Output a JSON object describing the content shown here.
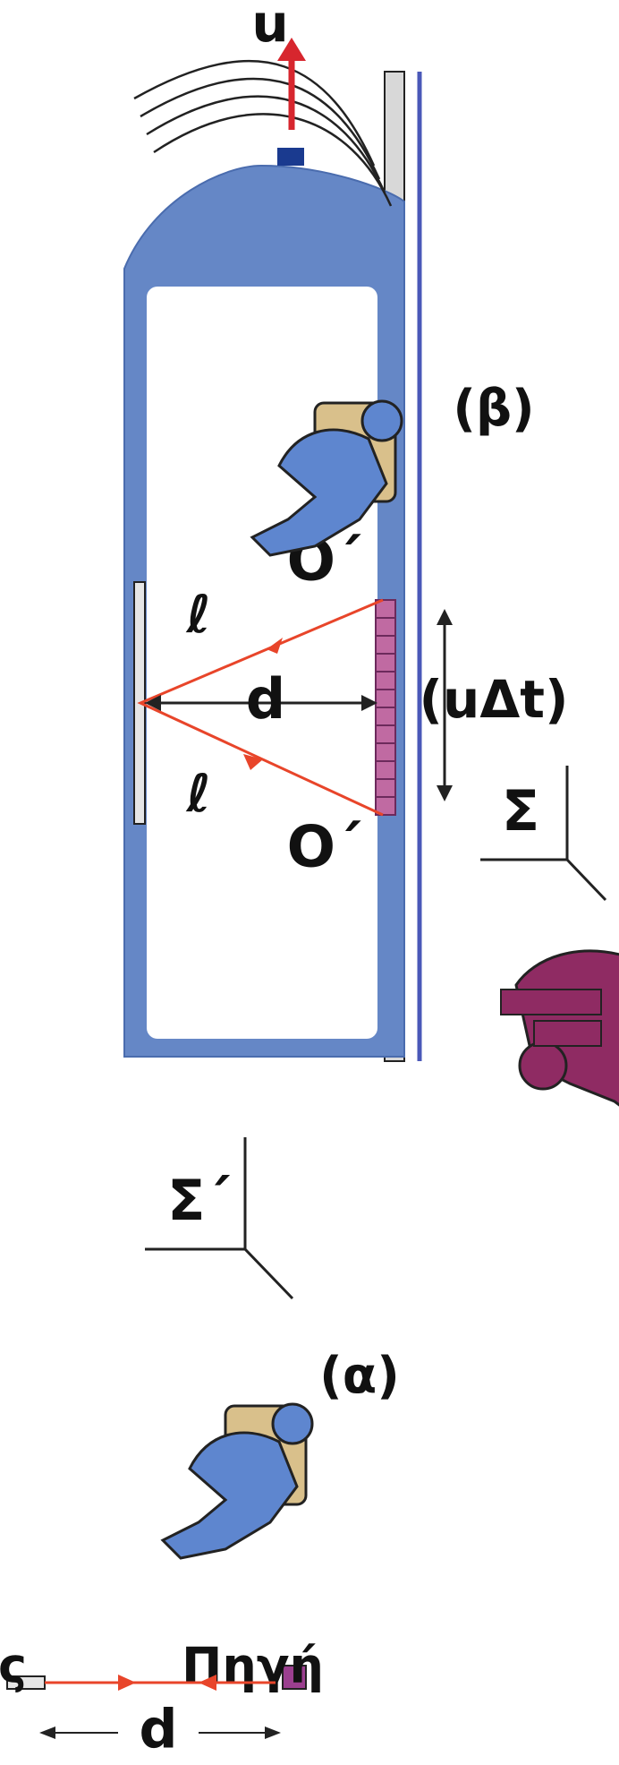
{
  "panel_a": {
    "mirror_label": "Καθρέφτης",
    "source_label": "Πηγή",
    "distance_label": "d",
    "frame_label": "Σ΄",
    "caption": "(α)"
  },
  "panel_b": {
    "velocity_label": "u",
    "distance_label": "d",
    "path_label_1": "ℓ",
    "path_label_2": "ℓ",
    "event_label_1": "O΄",
    "event_label_2": "O΄",
    "displacement_label": "(uΔt)",
    "frame_label": "Σ",
    "caption": "(β)"
  },
  "colors": {
    "train_body": "#6587c6",
    "train_interior": "#ffffff",
    "light_ray": "#e8452a",
    "velocity_arrow": "#d7262e",
    "source_purple": "#9b3f8f",
    "observer_purple": "#8f2b63",
    "passenger_blue": "#5e86cf",
    "seat_tan": "#d9c08b",
    "track_gray": "#d8d8d8",
    "headlight": "#1a3a8f"
  }
}
